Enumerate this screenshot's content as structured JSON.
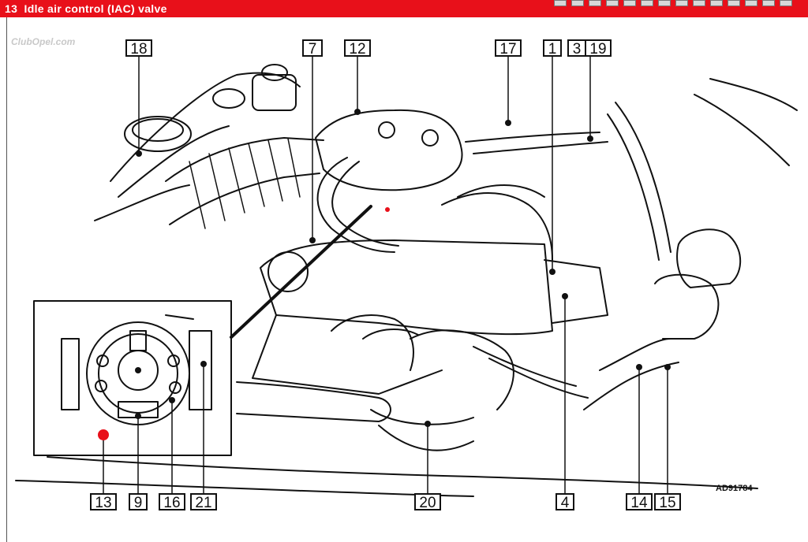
{
  "window": {
    "title": "13  Idle air control (IAC) valve",
    "accent_color": "#e8101a"
  },
  "watermark": "ClubOpel.com",
  "figure_code": "AD91784",
  "callouts": {
    "c18": "18",
    "c7": "7",
    "c12": "12",
    "c17": "17",
    "c1": "1",
    "c3": "3",
    "c19": "19",
    "c13": "13",
    "c9": "9",
    "c16": "16",
    "c21": "21",
    "c20": "20",
    "c4": "4",
    "c14": "14",
    "c15": "15"
  },
  "highlight_color": "#e8101a"
}
